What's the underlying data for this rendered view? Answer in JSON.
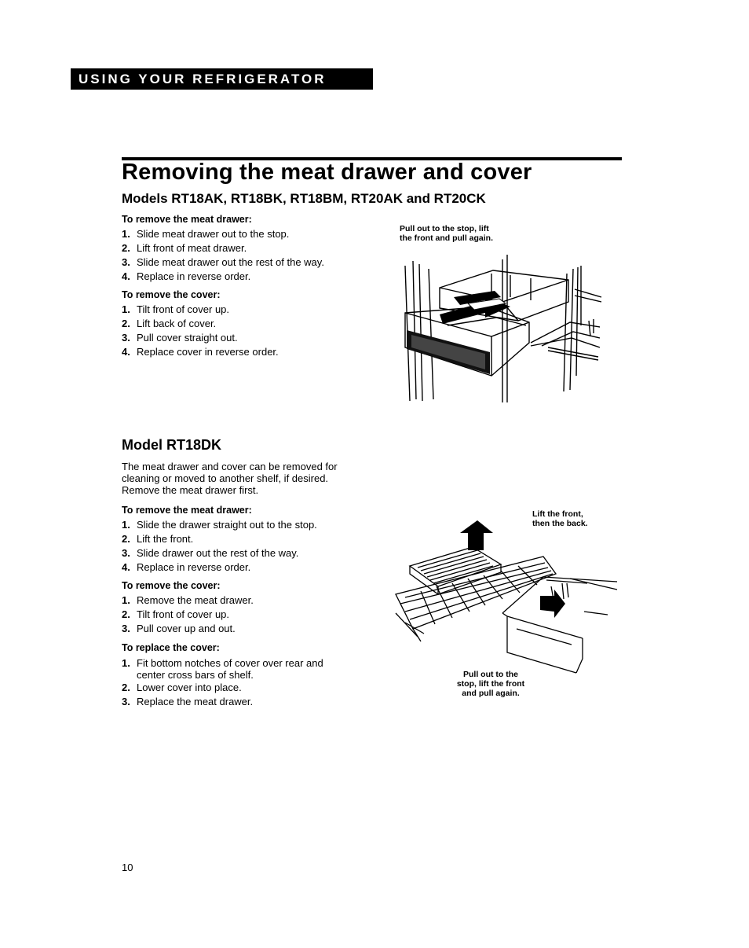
{
  "header": {
    "label": "USING YOUR REFRIGERATOR"
  },
  "title": "Removing the meat drawer and cover",
  "section1": {
    "subtitle": "Models RT18AK, RT18BK, RT18BM, RT20AK and RT20CK",
    "drawer": {
      "heading": "To remove the meat drawer:",
      "steps": [
        "Slide meat drawer out to the stop.",
        "Lift front of meat drawer.",
        "Slide meat drawer out the rest of the way.",
        "Replace in reverse order."
      ]
    },
    "cover": {
      "heading": "To remove the cover:",
      "steps": [
        "Tilt front of cover up.",
        "Lift back of cover.",
        "Pull cover straight out.",
        "Replace cover in reverse order."
      ]
    },
    "caption_line1": "Pull out to the stop, lift",
    "caption_line2": "the front and pull again."
  },
  "section2": {
    "title": "Model RT18DK",
    "intro_line1": "The meat drawer and cover can be removed for",
    "intro_line2": "cleaning or moved to another shelf, if desired.",
    "intro_line3": "Remove the meat drawer first.",
    "drawer": {
      "heading": "To remove the meat drawer:",
      "steps": [
        "Slide the drawer straight out to the stop.",
        "Lift the front.",
        "Slide drawer out the rest of the way.",
        "Replace in reverse order."
      ]
    },
    "cover": {
      "heading": "To remove the cover:",
      "steps": [
        "Remove the meat drawer.",
        "Tilt front of cover up.",
        "Pull cover up and out."
      ]
    },
    "replace": {
      "heading": "To replace the cover:",
      "step1_line1": "Fit bottom notches of cover over rear and",
      "step1_line2": "center cross bars of shelf.",
      "step2": "Lower cover into place.",
      "step3": "Replace the meat drawer."
    },
    "caption_top_line1": "Lift the front,",
    "caption_top_line2": "then the back.",
    "caption_bottom_line1": "Pull out to the",
    "caption_bottom_line2": "stop, lift the front",
    "caption_bottom_line3": "and pull again."
  },
  "numbers": [
    "1.",
    "2.",
    "3.",
    "4."
  ],
  "page_number": "10"
}
